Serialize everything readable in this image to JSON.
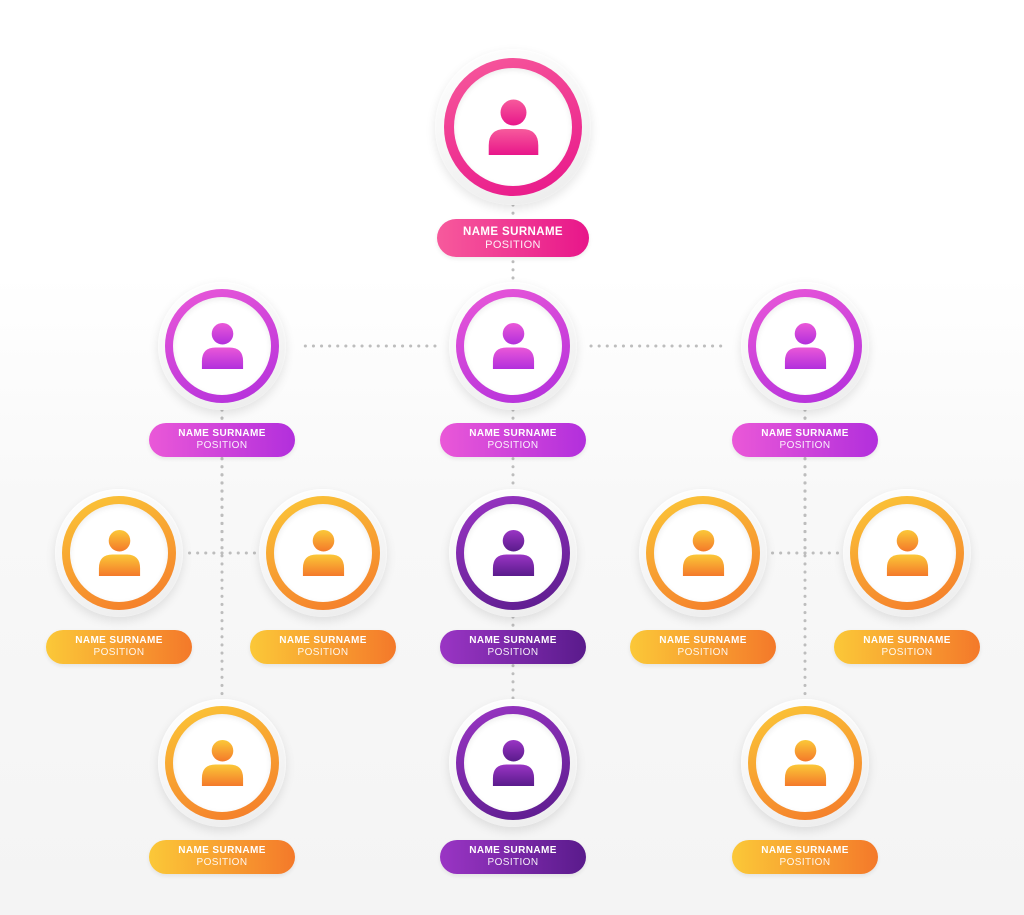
{
  "colors": {
    "pink": [
      "#f75a9c",
      "#e8168a"
    ],
    "magenta": [
      "#ea58d8",
      "#b22fdc"
    ],
    "orange": [
      "#fbc838",
      "#f4792a"
    ],
    "purple": [
      "#9a35c4",
      "#5a1b8c"
    ],
    "connector": "#bdbdbd"
  },
  "nodes": [
    {
      "id": "ceo",
      "color": "pink",
      "icon": "person-icon",
      "name": "NAME SURNAME",
      "position": "POSITION"
    },
    {
      "id": "lvl1-left",
      "color": "magenta",
      "icon": "person-icon",
      "name": "NAME SURNAME",
      "position": "POSITION"
    },
    {
      "id": "lvl1-center",
      "color": "magenta",
      "icon": "person-icon",
      "name": "NAME SURNAME",
      "position": "POSITION"
    },
    {
      "id": "lvl1-right",
      "color": "magenta",
      "icon": "person-icon",
      "name": "NAME SURNAME",
      "position": "POSITION"
    },
    {
      "id": "lvl2-left-a",
      "color": "orange",
      "icon": "person-icon",
      "name": "NAME SURNAME",
      "position": "POSITION"
    },
    {
      "id": "lvl2-left-b",
      "color": "orange",
      "icon": "person-icon",
      "name": "NAME SURNAME",
      "position": "POSITION"
    },
    {
      "id": "lvl2-center",
      "color": "purple",
      "icon": "person-icon",
      "name": "NAME SURNAME",
      "position": "POSITION"
    },
    {
      "id": "lvl2-right-a",
      "color": "orange",
      "icon": "person-icon",
      "name": "NAME SURNAME",
      "position": "POSITION"
    },
    {
      "id": "lvl2-right-b",
      "color": "orange",
      "icon": "person-icon",
      "name": "NAME SURNAME",
      "position": "POSITION"
    },
    {
      "id": "lvl3-left",
      "color": "orange",
      "icon": "person-icon",
      "name": "NAME SURNAME",
      "position": "POSITION"
    },
    {
      "id": "lvl3-center",
      "color": "purple",
      "icon": "person-icon",
      "name": "NAME SURNAME",
      "position": "POSITION"
    },
    {
      "id": "lvl3-right",
      "color": "orange",
      "icon": "person-icon",
      "name": "NAME SURNAME",
      "position": "POSITION"
    }
  ],
  "links": [
    {
      "from": "ceo",
      "to": "lvl1-center"
    },
    {
      "from": "lvl1-center",
      "to": "lvl1-left"
    },
    {
      "from": "lvl1-center",
      "to": "lvl1-right"
    },
    {
      "from": "lvl1-center",
      "to": "lvl2-center"
    },
    {
      "from": "lvl1-left",
      "to": "lvl2-left-a"
    },
    {
      "from": "lvl1-left",
      "to": "lvl2-left-b"
    },
    {
      "from": "lvl1-left",
      "to": "lvl3-left"
    },
    {
      "from": "lvl2-center",
      "to": "lvl3-center"
    },
    {
      "from": "lvl1-right",
      "to": "lvl2-right-a"
    },
    {
      "from": "lvl1-right",
      "to": "lvl2-right-b"
    },
    {
      "from": "lvl1-right",
      "to": "lvl3-right"
    }
  ]
}
